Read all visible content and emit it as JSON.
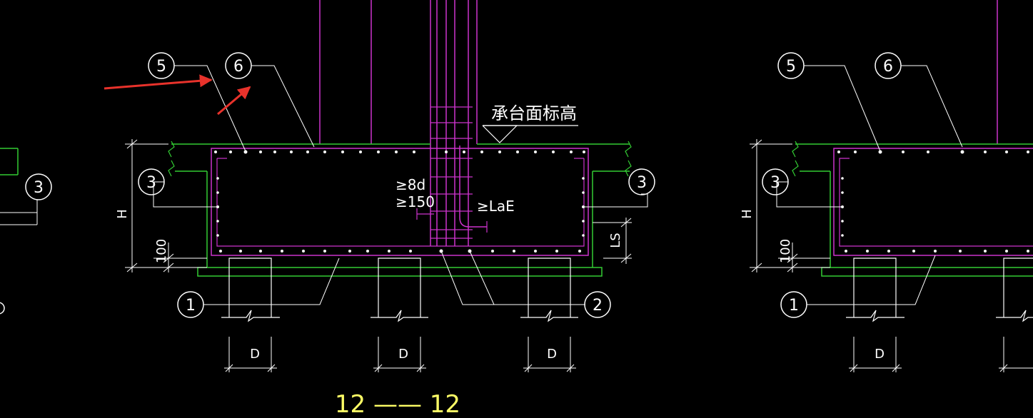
{
  "drawing": {
    "section_title": "12 —— 12",
    "elevation_label": "承台面标高",
    "annotations": {
      "min_8d": "≥8d",
      "min_150": "≥150",
      "min_lae": "≥LaE",
      "dim_h": "H",
      "dim_100": "100",
      "dim_ls": "LS",
      "dim_d": "D"
    },
    "callouts": {
      "c1": "1",
      "c2": "2",
      "c3": "3",
      "c5": "5",
      "c6": "6"
    },
    "colors": {
      "background": "#000000",
      "rebar": "#cc33cc",
      "concrete_outline": "#33cc33",
      "leader": "#ffffff",
      "title": "#ffff66",
      "arrow": "#e8322b"
    }
  }
}
